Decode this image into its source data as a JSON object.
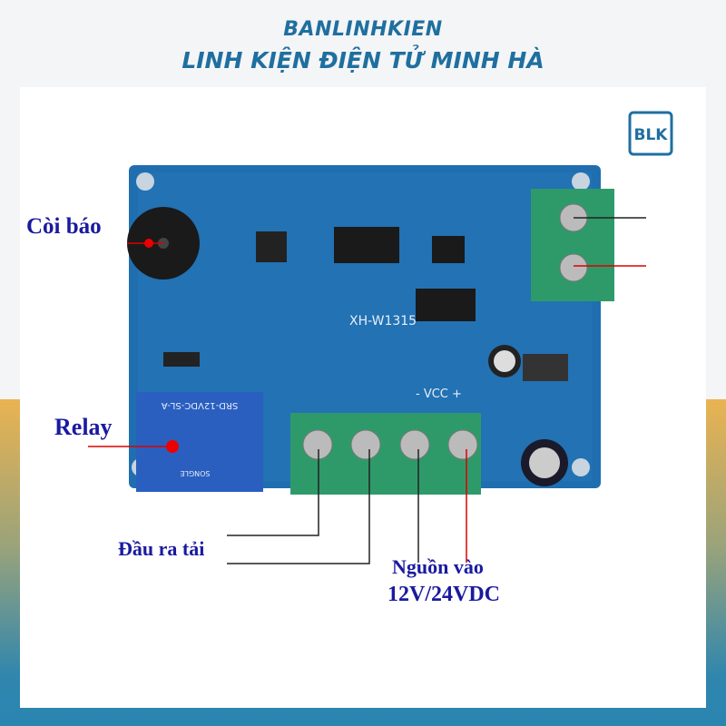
{
  "header": {
    "brand": "BANLINHKIEN",
    "subtitle": "LINH KIỆN ĐIỆN TỬ MINH HÀ"
  },
  "logo": {
    "text": "BLK"
  },
  "board": {
    "model": "XH-W1315",
    "vcc_label": "- VCC +",
    "relay_text": "SRD-12VDC-SL-A",
    "relay_brand": "SONGLE"
  },
  "labels": {
    "buzzer": "Còi báo",
    "relay": "Relay",
    "load_output": "Đầu ra tải",
    "power_in_line1": "Nguồn vào",
    "power_in_line2": "12V/24VDC"
  },
  "colors": {
    "brand": "#1f6fa0",
    "label": "#1a1aa0",
    "board": "#1f6fb0",
    "terminal": "#2e9a6a"
  }
}
